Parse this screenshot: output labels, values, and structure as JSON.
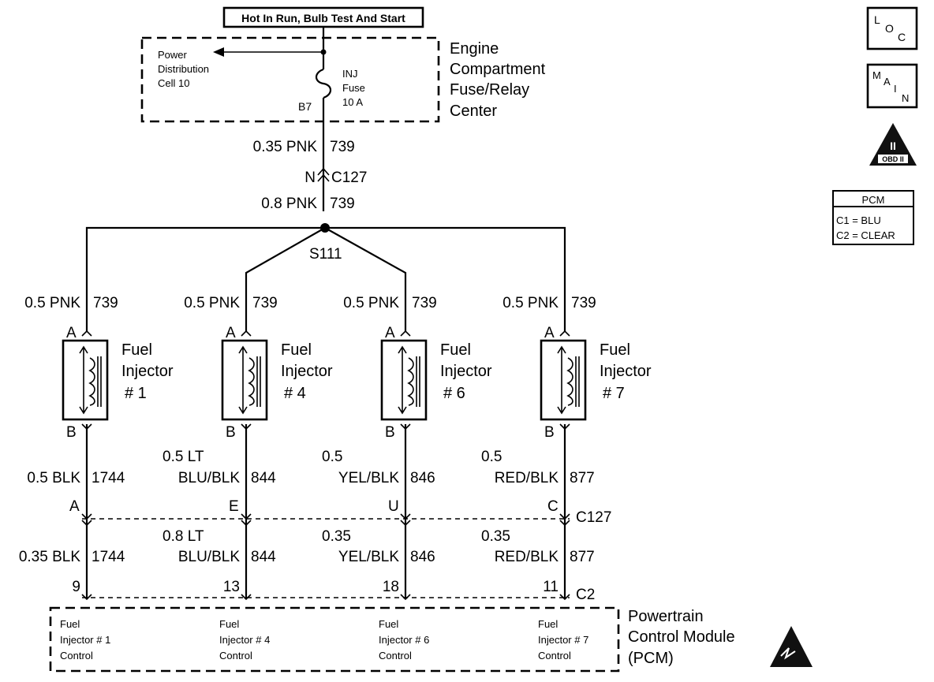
{
  "header": {
    "power_label": "Hot In Run, Bulb Test And Start"
  },
  "fuse_center": {
    "title_lines": [
      "Engine",
      "Compartment",
      "Fuse/Relay",
      "Center"
    ],
    "power_dist_lines": [
      "Power",
      "Distribution",
      "Cell 10"
    ],
    "fuse_lines": [
      "INJ",
      "Fuse",
      "10 A"
    ],
    "terminal": "B7"
  },
  "feed": {
    "upper_wire": "0.35 PNK",
    "upper_circuit": "739",
    "connector_pin": "N",
    "connector": "C127",
    "lower_wire": "0.8 PNK",
    "lower_circuit": "739",
    "splice": "S111"
  },
  "injectors": [
    {
      "feed_wire": "0.5 PNK",
      "feed_circuit": "739",
      "pin_a": "A",
      "pin_b": "B",
      "name_lines": [
        "Fuel",
        "Injector",
        "# 1"
      ],
      "out_wire_lines": [
        "0.5 BLK"
      ],
      "out_circuit": "1744",
      "c127_pin": "A",
      "pcm_wire_lines": [
        "0.35 BLK"
      ],
      "pcm_circuit": "1744",
      "pcm_pin": "9",
      "pcm_label_lines": [
        "Fuel",
        "Injector # 1",
        "Control"
      ]
    },
    {
      "feed_wire": "0.5 PNK",
      "feed_circuit": "739",
      "pin_a": "A",
      "pin_b": "B",
      "name_lines": [
        "Fuel",
        "Injector",
        "# 4"
      ],
      "out_wire_lines": [
        "0.5 LT",
        "BLU/BLK"
      ],
      "out_circuit": "844",
      "c127_pin": "E",
      "pcm_wire_lines": [
        "0.8 LT",
        "BLU/BLK"
      ],
      "pcm_circuit": "844",
      "pcm_pin": "13",
      "pcm_label_lines": [
        "Fuel",
        "Injector # 4",
        "Control"
      ]
    },
    {
      "feed_wire": "0.5 PNK",
      "feed_circuit": "739",
      "pin_a": "A",
      "pin_b": "B",
      "name_lines": [
        "Fuel",
        "Injector",
        "# 6"
      ],
      "out_wire_lines": [
        "0.5",
        "YEL/BLK"
      ],
      "out_circuit": "846",
      "c127_pin": "U",
      "pcm_wire_lines": [
        "0.35",
        "YEL/BLK"
      ],
      "pcm_circuit": "846",
      "pcm_pin": "18",
      "pcm_label_lines": [
        "Fuel",
        "Injector # 6",
        "Control"
      ]
    },
    {
      "feed_wire": "0.5 PNK",
      "feed_circuit": "739",
      "pin_a": "A",
      "pin_b": "B",
      "name_lines": [
        "Fuel",
        "Injector",
        "# 7"
      ],
      "out_wire_lines": [
        "0.5",
        "RED/BLK"
      ],
      "out_circuit": "877",
      "c127_pin": "C",
      "pcm_wire_lines": [
        "0.35",
        "RED/BLK"
      ],
      "pcm_circuit": "877",
      "pcm_pin": "11",
      "pcm_label_lines": [
        "Fuel",
        "Injector # 7",
        "Control"
      ]
    }
  ],
  "connectors": {
    "c127": "C127",
    "c2": "C2"
  },
  "pcm": {
    "title_lines": [
      "Powertrain",
      "Control Module",
      "(PCM)"
    ]
  },
  "side_icons": {
    "loc": [
      "L",
      "O",
      "C"
    ],
    "main": [
      "M",
      "A",
      "I",
      "N"
    ],
    "obd": {
      "numeral": "II",
      "label": "OBD II"
    },
    "pcm_legend": {
      "title": "PCM",
      "rows": [
        "C1 = BLU",
        "C2 = CLEAR"
      ]
    },
    "esd_icon": "esd-warning-icon"
  }
}
